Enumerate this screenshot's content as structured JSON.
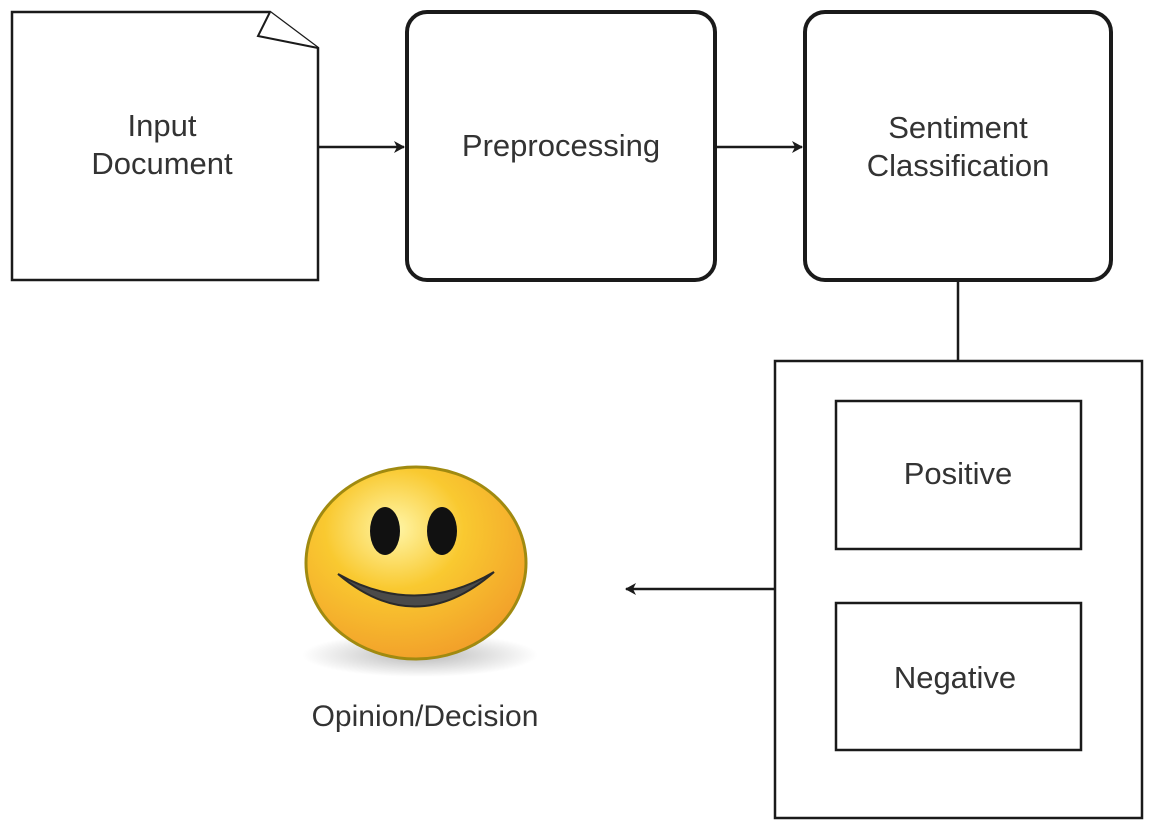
{
  "diagram": {
    "nodes": {
      "input_document": {
        "line1": "Input",
        "line2": "Document"
      },
      "preprocessing": {
        "label": "Preprocessing"
      },
      "sentiment_classification": {
        "line1": "Sentiment",
        "line2": "Classification"
      },
      "positive": {
        "label": "Positive"
      },
      "negative": {
        "label": "Negative"
      }
    },
    "result": {
      "label": "Opinion/Decision",
      "icon": "smiley-face-icon"
    },
    "colors": {
      "stroke": "#1a1a1a",
      "text": "#333333",
      "face_fill": "#f8c22e",
      "face_outline": "#a08a10"
    }
  }
}
